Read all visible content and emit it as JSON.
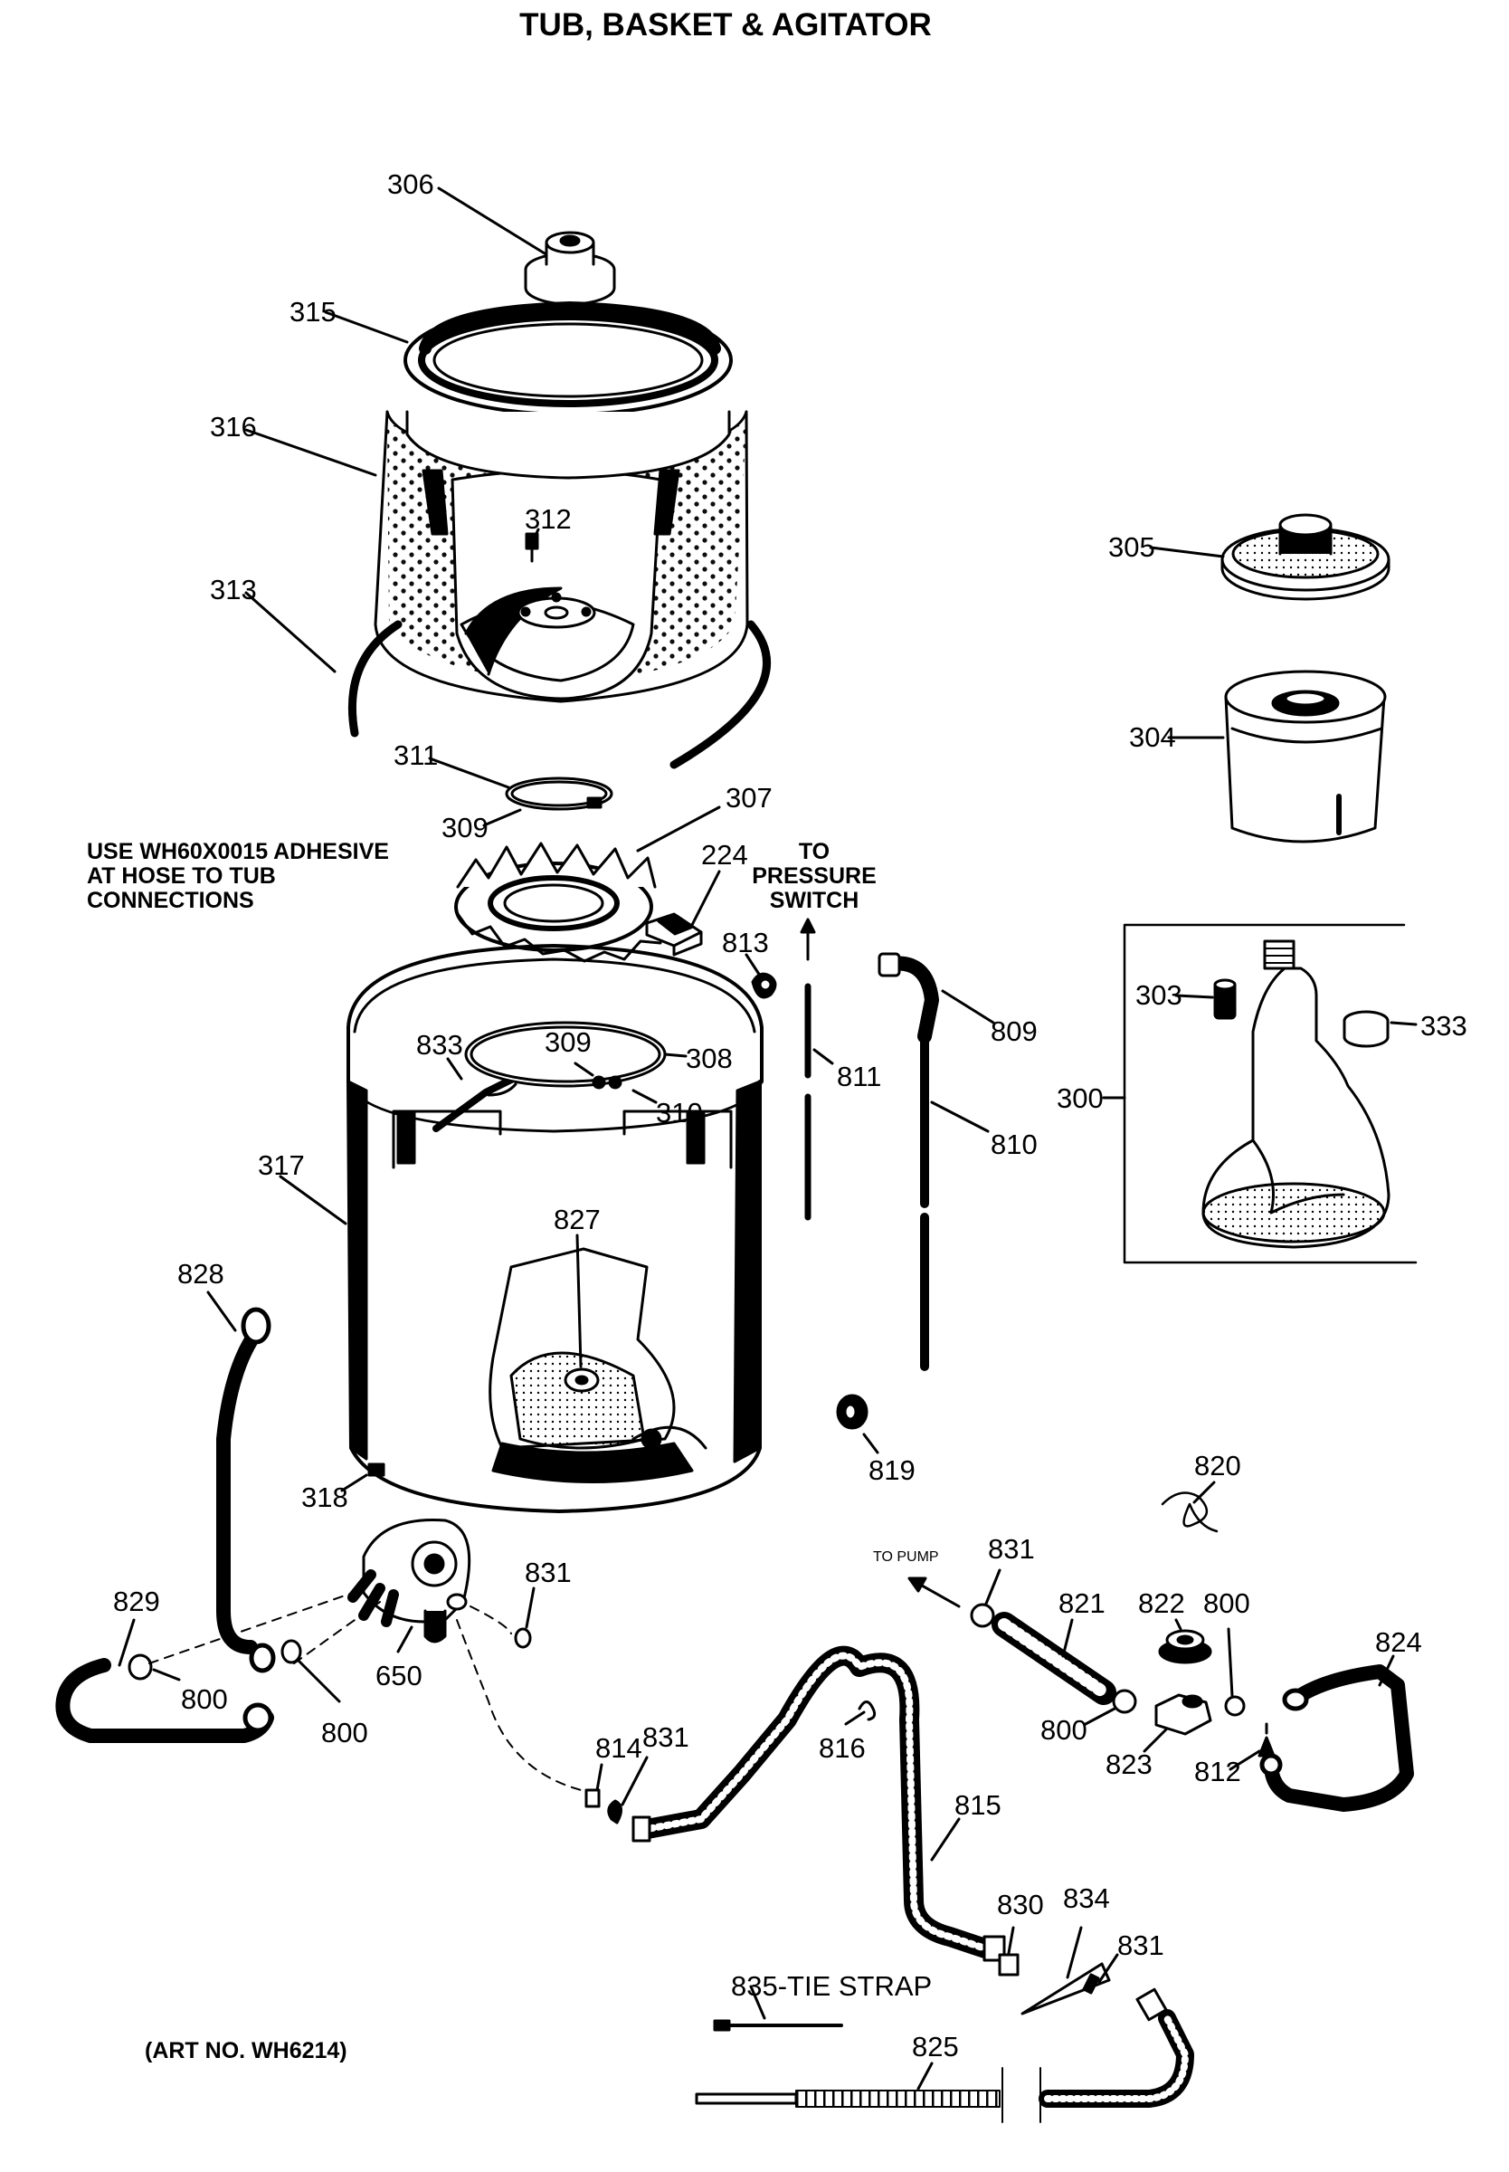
{
  "title": "TUB, BASKET & AGITATOR",
  "notes": {
    "adhesive": [
      "USE WH60X0015 ADHESIVE",
      "AT HOSE TO TUB",
      "CONNECTIONS"
    ],
    "pressure": [
      "TO",
      "PRESSURE",
      "SWITCH"
    ],
    "art_no": "(ART NO. WH6214)"
  },
  "labels": {
    "p306": "306",
    "p315": "315",
    "p316": "316",
    "p312": "312",
    "p313": "313",
    "p305": "305",
    "p304": "304",
    "p311": "311",
    "p309a": "309",
    "p307": "307",
    "p224": "224",
    "p813": "813",
    "p809": "809",
    "p303": "303",
    "p333": "333",
    "p300": "300",
    "p833": "833",
    "p309b": "309",
    "p308": "308",
    "p310": "310",
    "p811": "811",
    "p810": "810",
    "p317": "317",
    "p827": "827",
    "p828": "828",
    "p819": "819",
    "p820": "820",
    "p318": "318",
    "p829": "829",
    "p831a": "831",
    "p831b": "831",
    "p821": "821",
    "p822": "822",
    "p800a": "800",
    "p824": "824",
    "p800b": "800",
    "p800c": "800",
    "p650": "650",
    "p814": "814",
    "p831c": "831",
    "p816": "816",
    "p800d": "800",
    "p823": "823",
    "p812": "812",
    "p815": "815",
    "p830": "830",
    "p834": "834",
    "p831d": "831",
    "p835": "835-TIE STRAP",
    "p825": "825",
    "to_pump": "TO PUMP"
  }
}
